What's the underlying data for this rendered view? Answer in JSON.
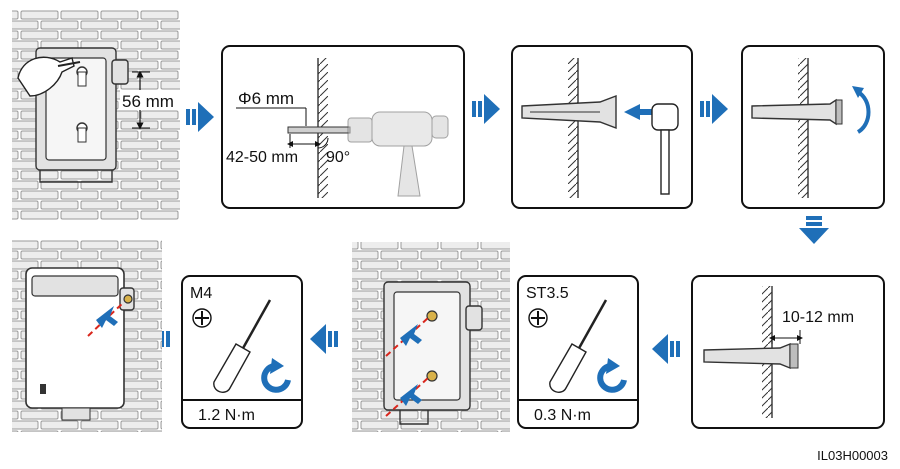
{
  "diagram": {
    "step1": {
      "distance": "56 mm"
    },
    "step2": {
      "drill_diameter": "Φ6 mm",
      "hole_depth": "42-50 mm",
      "angle": "90°"
    },
    "step5": {
      "screw_length": "10-12 mm"
    },
    "step6": {
      "screw_type": "ST3.5",
      "torque": "0.3 N·m"
    },
    "step7": {
      "screw_type": "M4",
      "torque": "1.2 N·m"
    },
    "figure_id": "IL03H00003"
  },
  "colors": {
    "arrow_blue": "#1f6fb8",
    "accent_red": "#d9261c",
    "brick_fill": "#ededed",
    "brick_stroke": "#9a9a9a"
  }
}
